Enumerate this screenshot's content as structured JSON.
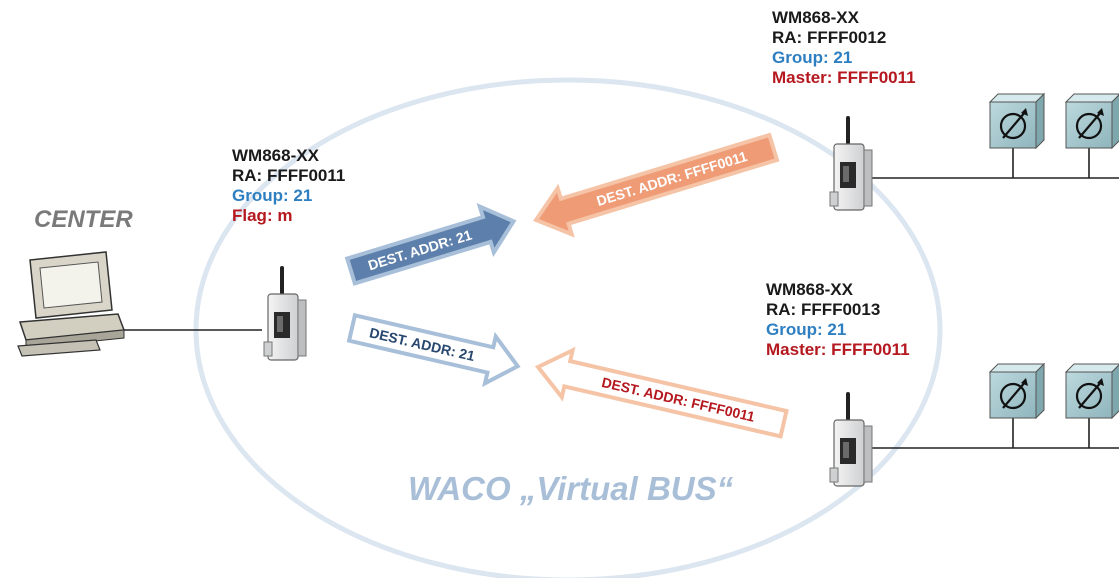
{
  "center": {
    "label": "CENTER"
  },
  "bus": {
    "title": "WACO „Virtual BUS“",
    "ellipse_color": "#dbe6f0"
  },
  "colors": {
    "blue_arrow_fill": "#5d7fab",
    "orange_arrow_fill": "#ef9b76",
    "group_text": "#2d7fc1",
    "master_text": "#b5181f",
    "device_body": "#e9e9ea",
    "meter_box": "#a9c9cf"
  },
  "nodes": {
    "center_module": {
      "model": "WM868-XX",
      "ra": "RA:  FFFF0011",
      "group": "Group:  21",
      "flag": "Flag:   m"
    },
    "module_12": {
      "model": "WM868-XX",
      "ra": "RA:  FFFF0012",
      "group": "Group:  21",
      "master": "Master: FFFF0011"
    },
    "module_13": {
      "model": "WM868-XX",
      "ra": "RA:  FFFF0013",
      "group": "Group:  21",
      "master": "Master: FFFF0011"
    }
  },
  "arrows": {
    "out_upper": "DEST. ADDR:  21",
    "out_lower": "DEST. ADDR:  21",
    "back_upper": "DEST. ADDR:  FFFF0011",
    "back_lower": "DEST. ADDR:  FFFF0011"
  },
  "meter_icons": [
    "gauge-icon",
    "gauge-icon",
    "gauge-icon",
    "gauge-icon"
  ]
}
